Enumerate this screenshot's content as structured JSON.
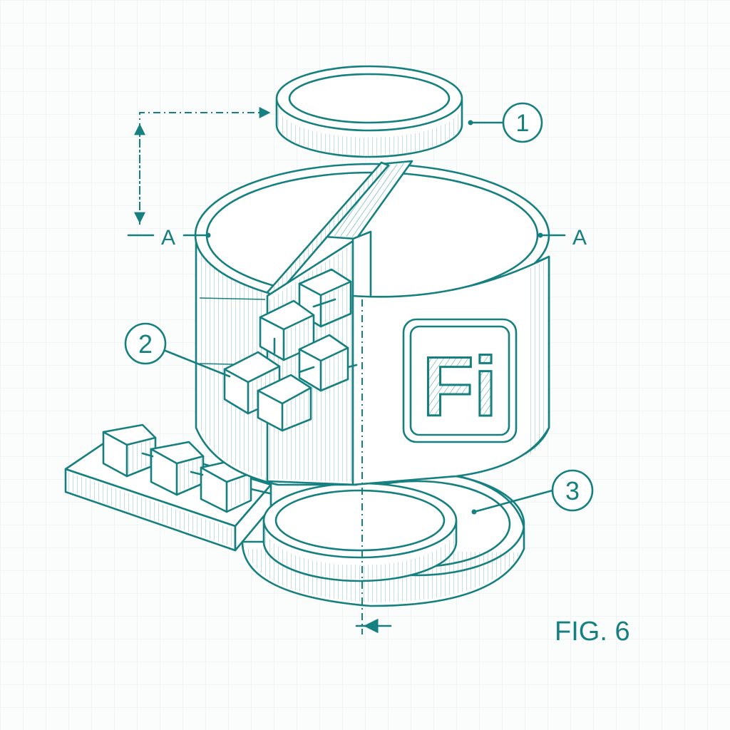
{
  "callouts": {
    "part_1": "1",
    "part_2": "2",
    "part_3": "3"
  },
  "section_marks": {
    "left": "A",
    "right": "A"
  },
  "logo_text": "Fi",
  "figure_label": "FIG. 6",
  "colors": {
    "ink": "#167f80",
    "paper": "#fbfcfc",
    "grid": "#e6eded"
  }
}
